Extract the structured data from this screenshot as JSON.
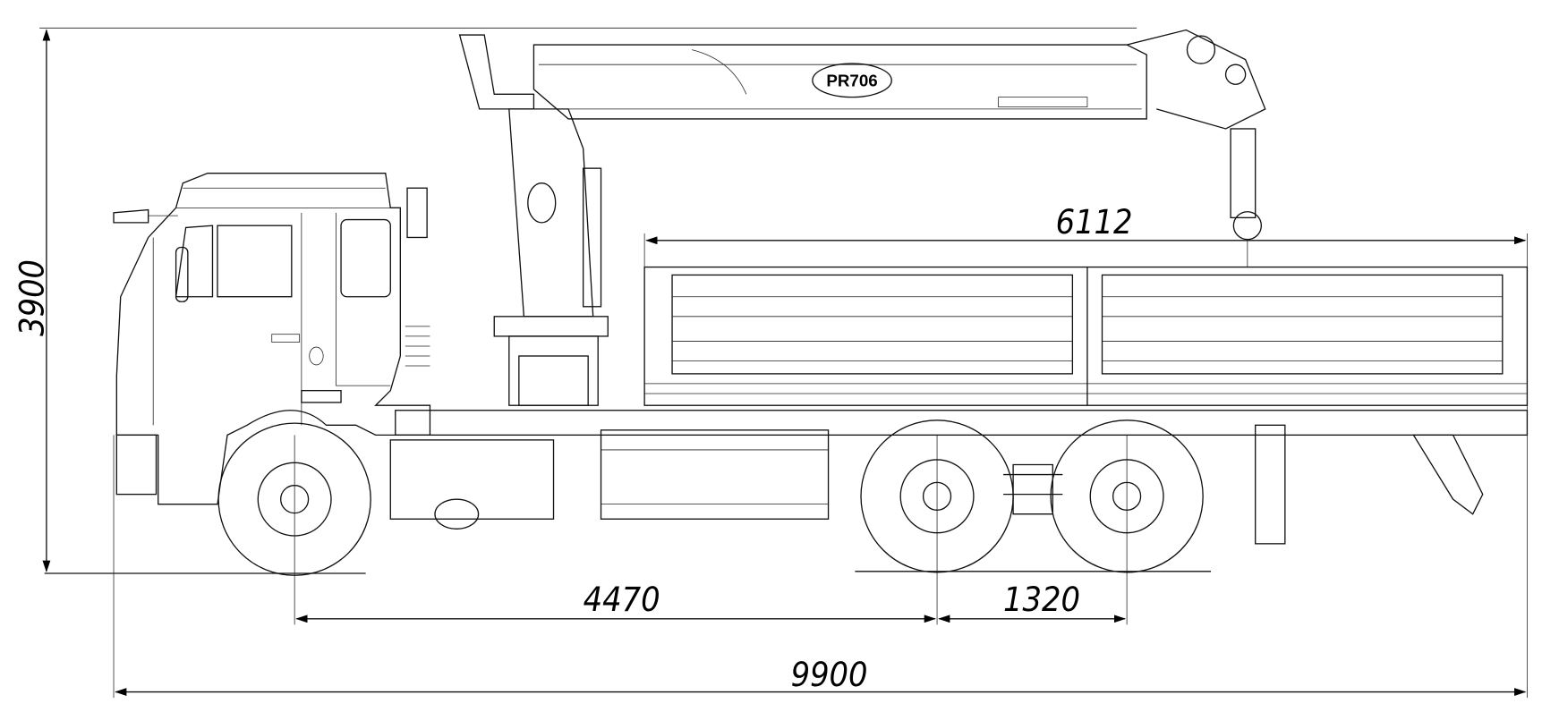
{
  "drawing": {
    "crane_model_label": "PR706",
    "dimensions": {
      "overall_height": "3900",
      "wheelbase_front_to_rear": "4470",
      "rear_axle_spacing": "1320",
      "overall_length": "9900",
      "platform_length": "6112"
    },
    "line_color": "#000000",
    "background_color": "#ffffff"
  }
}
